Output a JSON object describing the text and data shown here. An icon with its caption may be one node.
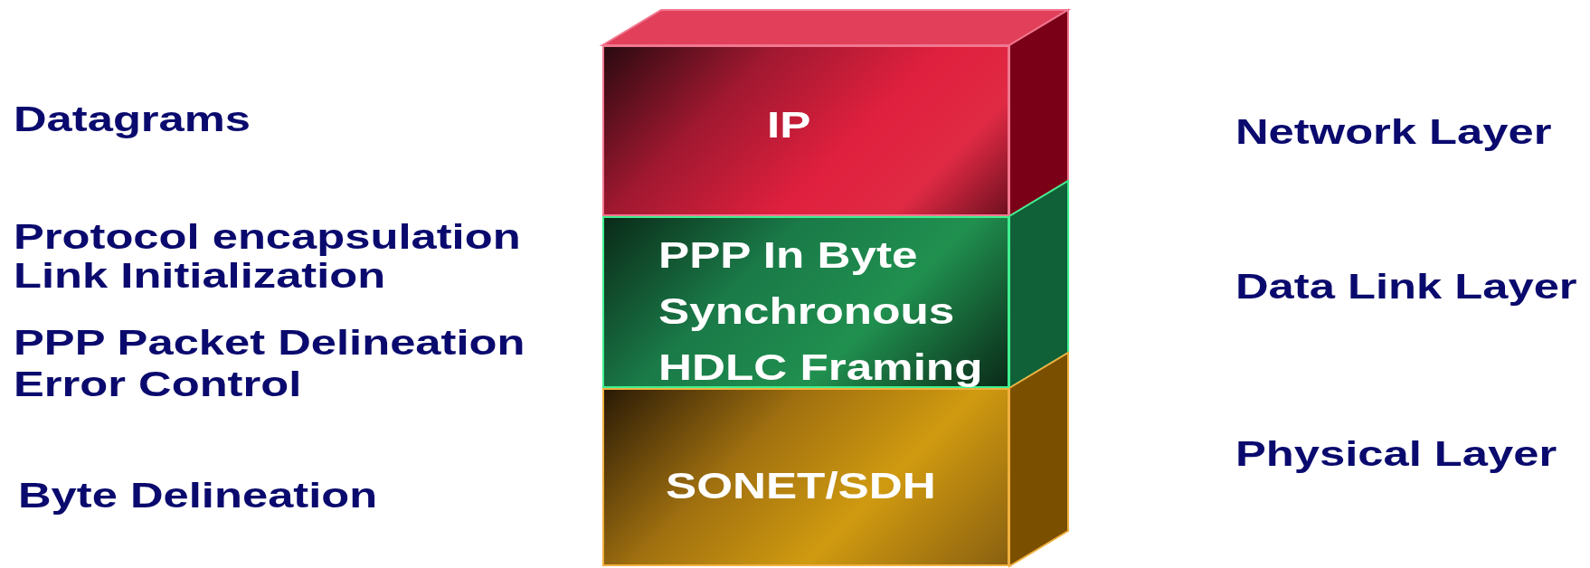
{
  "diagram": {
    "nodes": [
      {
        "text": [
          "IP"
        ]
      },
      {
        "text": [
          "PPP In Byte Synchronous HDLC Framing"
        ]
      },
      {
        "text": [
          "SONET/SDH"
        ]
      }
    ],
    "labels": [
      "Datagrams",
      "Protocol encapsulation",
      "Link Initialization",
      "PPP Packet Delineation",
      "Error Control",
      "Byte Delineation",
      "Network Layer",
      "Data Link Layer",
      "Physical Layer"
    ]
  }
}
